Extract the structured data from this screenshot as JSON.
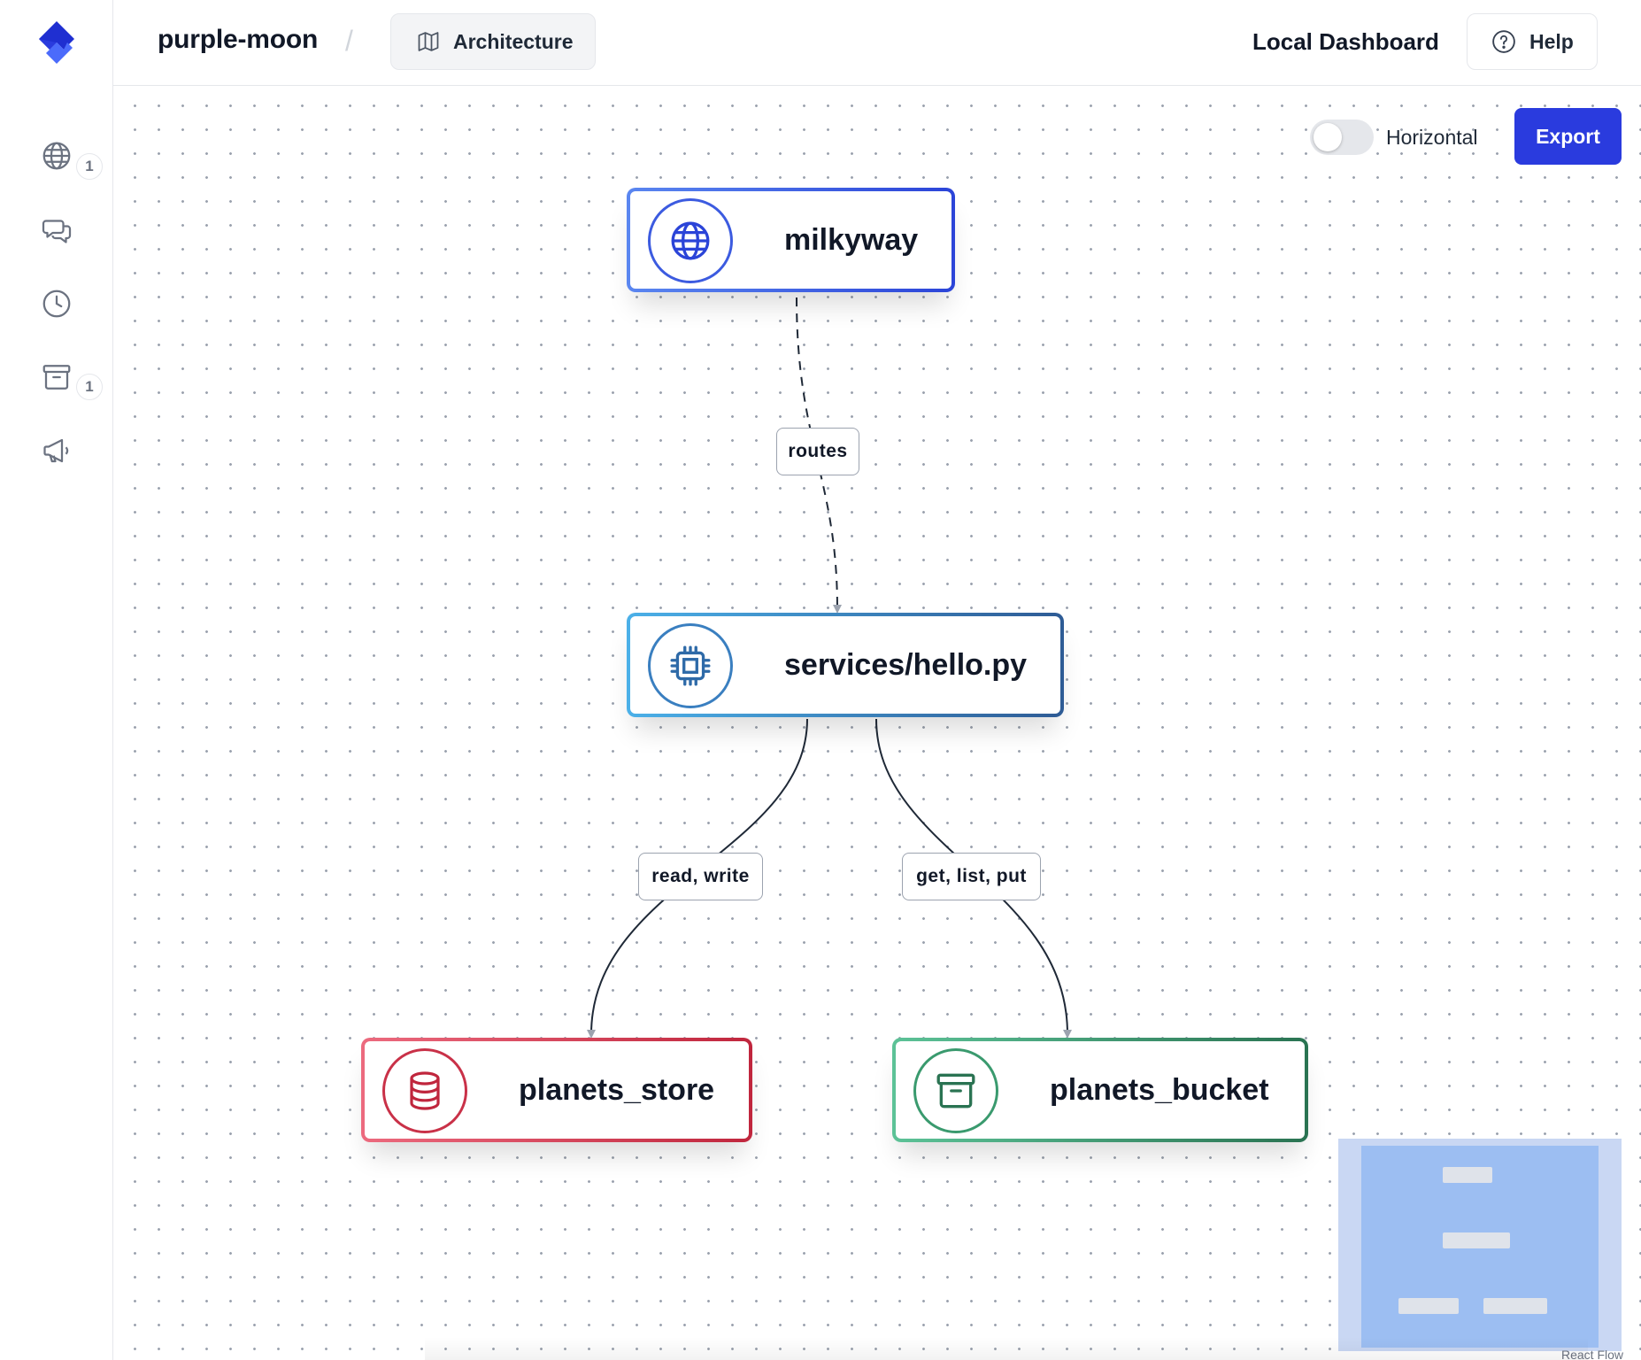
{
  "header": {
    "project_name": "purple-moon",
    "breadcrumb_separator": "/",
    "active_tab": "Architecture",
    "local_dashboard": "Local Dashboard",
    "help_label": "Help"
  },
  "sidebar": {
    "items": [
      {
        "icon": "globe-icon",
        "badge": "1"
      },
      {
        "icon": "chat-icon",
        "badge": ""
      },
      {
        "icon": "clock-icon",
        "badge": ""
      },
      {
        "icon": "archive-icon",
        "badge": "1"
      },
      {
        "icon": "megaphone-icon",
        "badge": ""
      }
    ]
  },
  "toolbar": {
    "toggle_label": "Horizontal",
    "toggle_on": false,
    "export_label": "Export"
  },
  "diagram": {
    "nodes": [
      {
        "id": "milkyway",
        "label": "milkyway",
        "icon": "globe-icon",
        "color": "#2b44d8"
      },
      {
        "id": "hello",
        "label": "services/hello.py",
        "icon": "cpu-icon",
        "color": "#2e5b95"
      },
      {
        "id": "store",
        "label": "planets_store",
        "icon": "database-icon",
        "color": "#c0263d"
      },
      {
        "id": "bucket",
        "label": "planets_bucket",
        "icon": "bucket-icon",
        "color": "#2a7352"
      }
    ],
    "edges": [
      {
        "from": "milkyway",
        "to": "hello",
        "label": "routes",
        "style": "dashed"
      },
      {
        "from": "hello",
        "to": "store",
        "label": "read, write",
        "style": "solid"
      },
      {
        "from": "hello",
        "to": "bucket",
        "label": "get, list, put",
        "style": "solid"
      }
    ]
  },
  "minimap": {
    "attribution": "React Flow"
  }
}
